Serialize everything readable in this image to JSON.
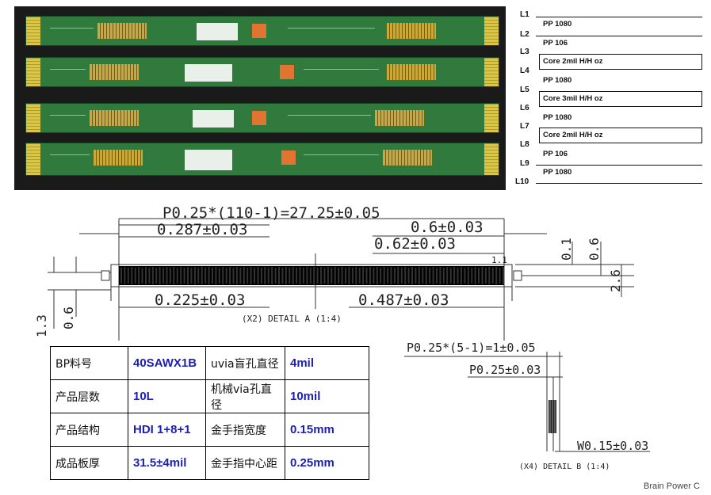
{
  "layer_stack": {
    "layers": [
      {
        "id": "L1"
      },
      {
        "id": "L2"
      },
      {
        "id": "L3"
      },
      {
        "id": "L4"
      },
      {
        "id": "L5"
      },
      {
        "id": "L6"
      },
      {
        "id": "L7"
      },
      {
        "id": "L8"
      },
      {
        "id": "L9"
      },
      {
        "id": "L10"
      }
    ],
    "materials": [
      {
        "text": "PP 1080",
        "type": "pp"
      },
      {
        "text": "PP 106",
        "type": "pp"
      },
      {
        "text": "Core 2mil H/H oz",
        "type": "core"
      },
      {
        "text": "PP 1080",
        "type": "pp"
      },
      {
        "text": "Core 3mil H/H oz",
        "type": "core"
      },
      {
        "text": "PP 1080",
        "type": "pp"
      },
      {
        "text": "Core 2mil H/H oz",
        "type": "core"
      },
      {
        "text": "PP 106",
        "type": "pp"
      },
      {
        "text": "PP 1080",
        "type": "pp"
      }
    ]
  },
  "detail_a": {
    "pitch": "P0.25*(110-1)=27.25±0.05",
    "left_top": "0.287±0.03",
    "right_top1": "0.6±0.03",
    "right_top2": "0.62±0.03",
    "left_bottom": "0.225±0.03",
    "right_bottom": "0.487±0.03",
    "v1": "0.1",
    "v2": "0.6",
    "v3": "2.6",
    "left_v1": "1.3",
    "left_v2": "0.6",
    "small": "1.1",
    "caption": "(X2) DETAIL A (1:4)"
  },
  "detail_b": {
    "pitch": "P0.25*(5-1)=1±0.05",
    "p": "P0.25±0.03",
    "w": "W0.15±0.03",
    "caption": "(X4) DETAIL B (1:4)"
  },
  "spec_table": {
    "rows": [
      {
        "k1": "BP料号",
        "v1": "40SAWX1B",
        "k2": "uvia盲孔直径",
        "v2": "4mil"
      },
      {
        "k1": "产品层数",
        "v1": "10L",
        "k2": "机械via孔直径",
        "v2": "10mil"
      },
      {
        "k1": "产品结构",
        "v1": "HDI 1+8+1",
        "k2": "金手指宽度",
        "v2": "0.15mm"
      },
      {
        "k1": "成品板厚",
        "v1": "31.5±4mil",
        "k2": "金手指中心距",
        "v2": "0.25mm"
      }
    ]
  },
  "watermark": "Brain Power C",
  "colors": {
    "board": "#2f7a3c",
    "gold": "#d9c64a",
    "chip": "#e07430",
    "value_text": "#1d1fb5"
  }
}
